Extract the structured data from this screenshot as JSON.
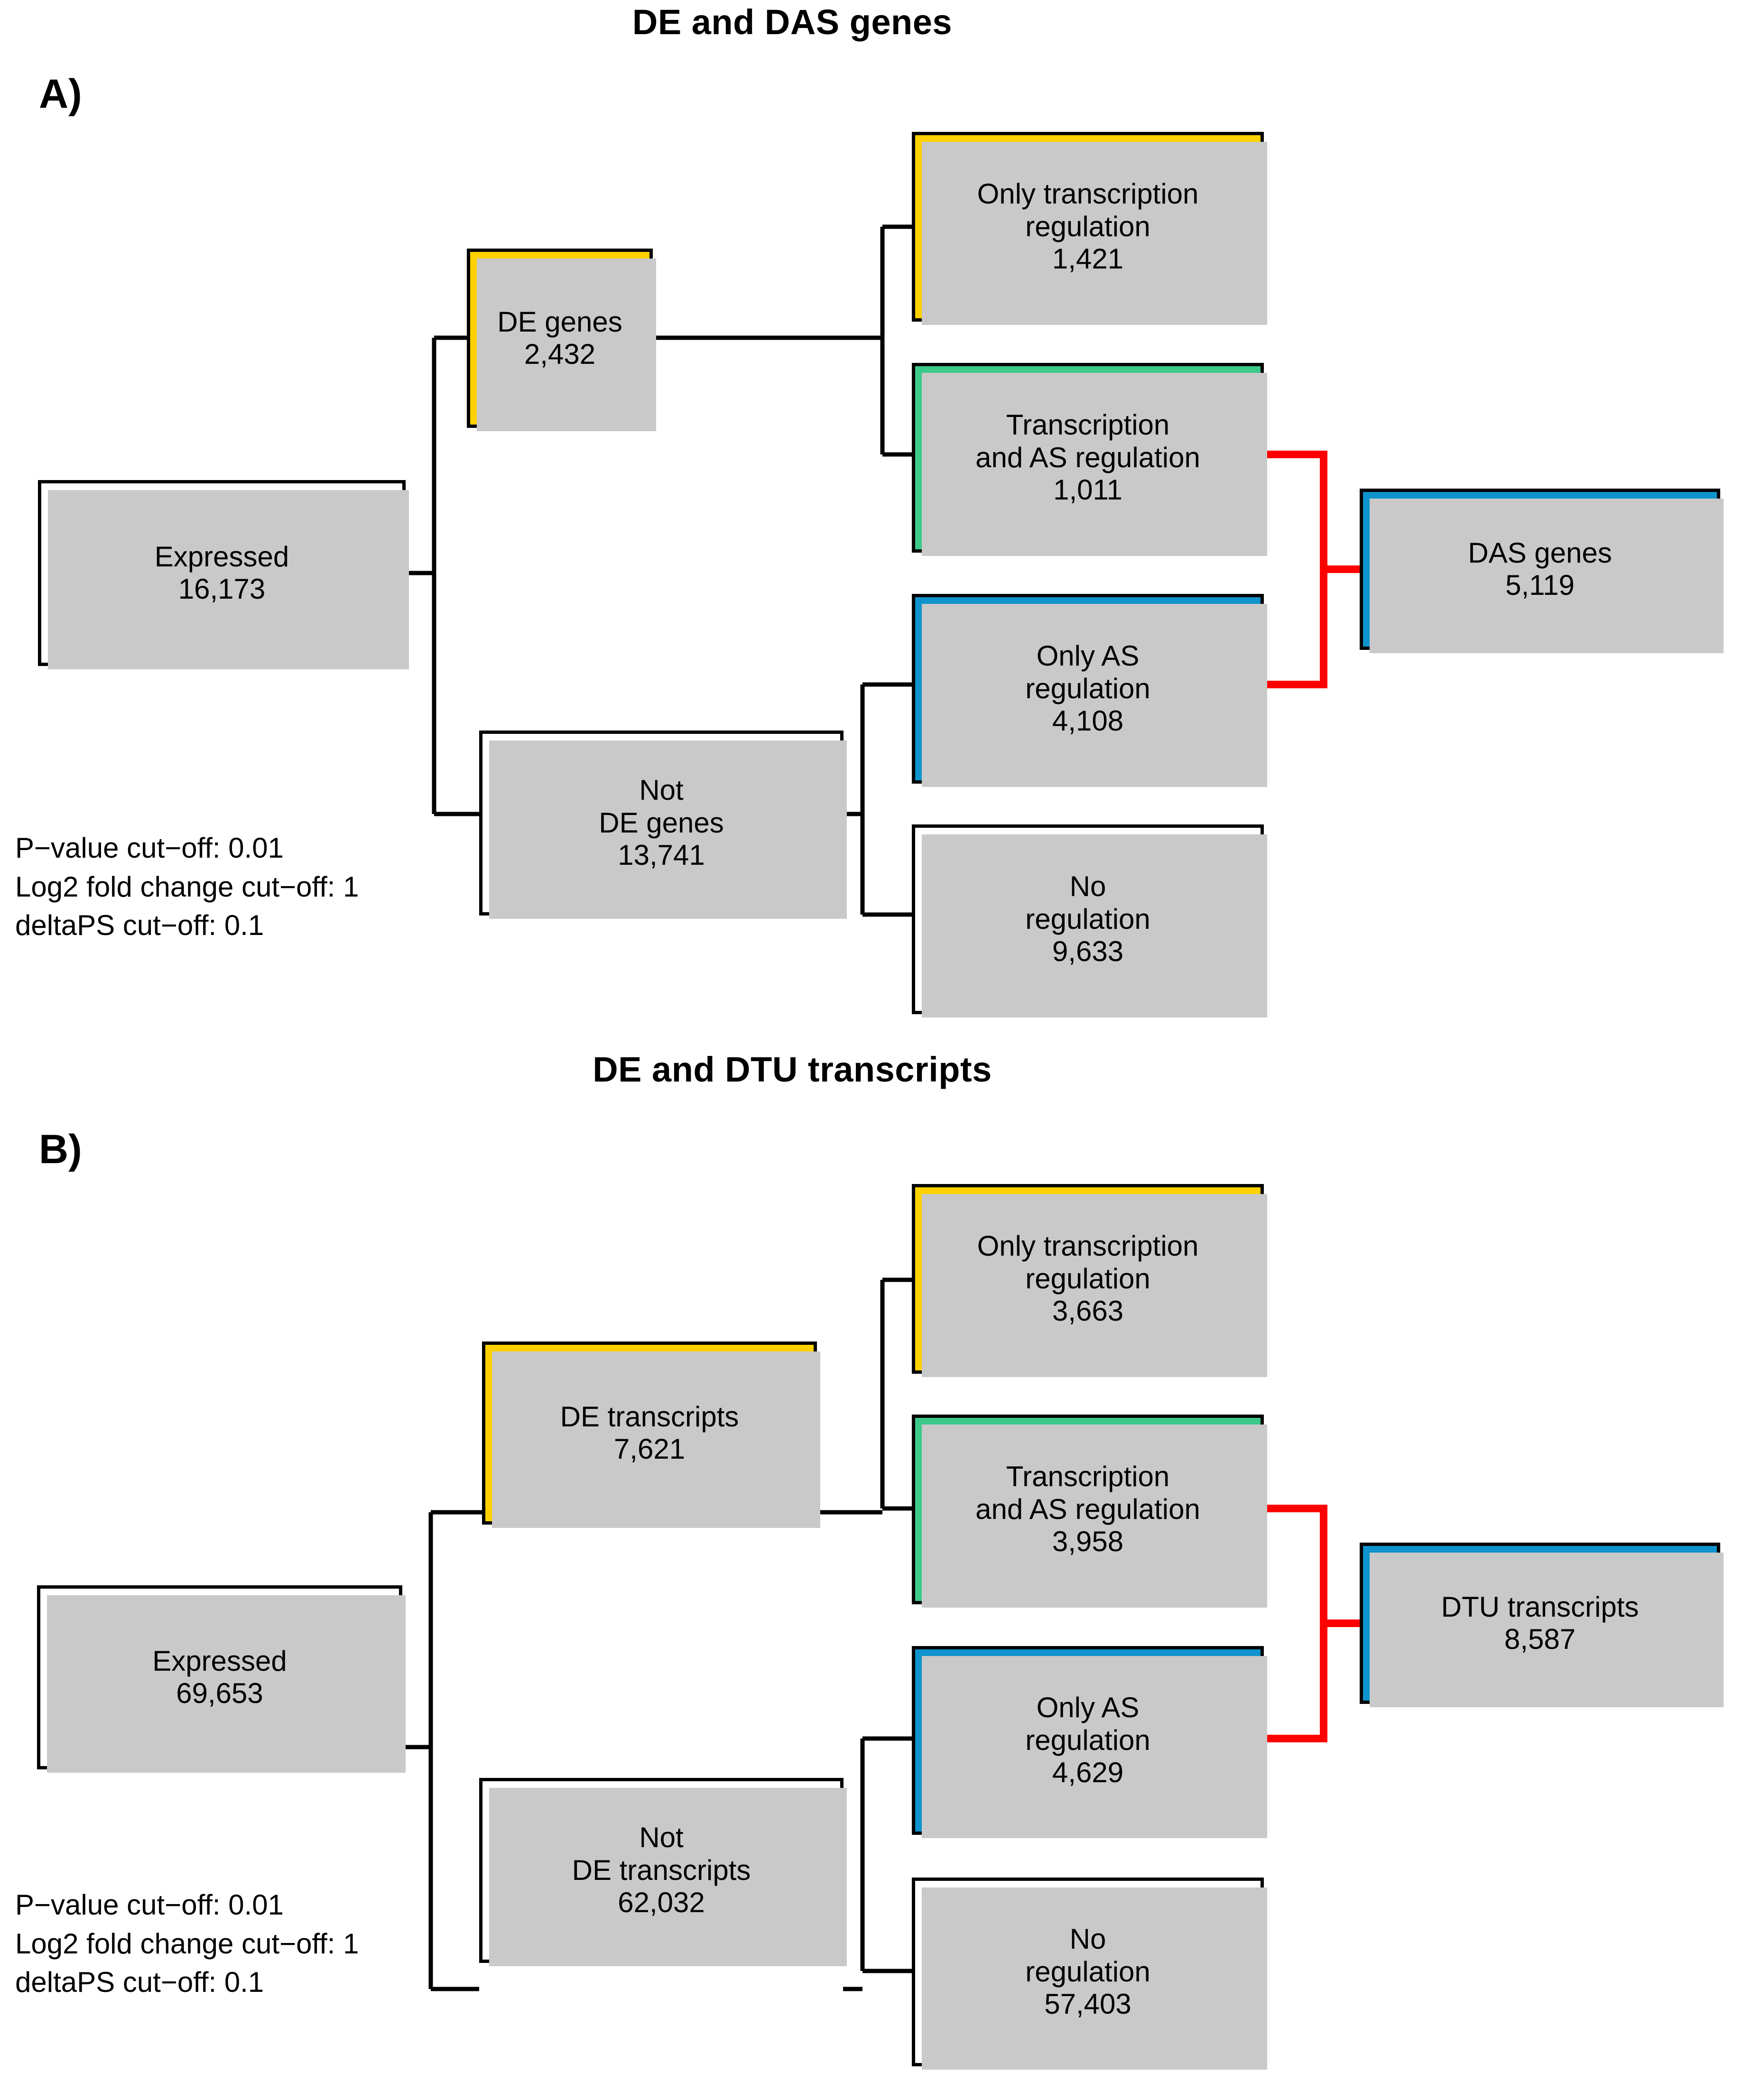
{
  "figure": {
    "panels": [
      {
        "letter": "A)",
        "title": "DE and DAS genes",
        "root": {
          "line1": "Expressed",
          "line2": "16,173"
        },
        "branch_de": {
          "line1": "DE genes",
          "line2": "2,432"
        },
        "branch_not_de": {
          "line1": "Not",
          "line2": "DE genes",
          "line3": "13,741"
        },
        "leaf_only_transcription": {
          "line1": "Only transcription",
          "line2": "regulation",
          "line3": "1,421"
        },
        "leaf_transcription_and_as": {
          "line1": "Transcription",
          "line2": "and AS regulation",
          "line3": "1,011"
        },
        "leaf_only_as": {
          "line1": "Only AS",
          "line2": "regulation",
          "line3": "4,108"
        },
        "leaf_no_regulation": {
          "line1": "No",
          "line2": "regulation",
          "line3": "9,633"
        },
        "summary": {
          "line1": "DAS genes",
          "line2": "5,119"
        },
        "notes": {
          "pvalue": "P−value cut−off: 0.01",
          "log2fc": "Log2 fold change cut−off: 1",
          "deltaps": "deltaPS cut−off: 0.1"
        }
      },
      {
        "letter": "B)",
        "title": "DE and DTU transcripts",
        "root": {
          "line1": "Expressed",
          "line2": "69,653"
        },
        "branch_de": {
          "line1": "DE transcripts",
          "line2": "7,621"
        },
        "branch_not_de": {
          "line1": "Not",
          "line2": "DE transcripts",
          "line3": "62,032"
        },
        "leaf_only_transcription": {
          "line1": "Only transcription",
          "line2": "regulation",
          "line3": "3,663"
        },
        "leaf_transcription_and_as": {
          "line1": "Transcription",
          "line2": "and AS regulation",
          "line3": "3,958"
        },
        "leaf_only_as": {
          "line1": "Only AS",
          "line2": "regulation",
          "line3": "4,629"
        },
        "leaf_no_regulation": {
          "line1": "No",
          "line2": "regulation",
          "line3": "57,403"
        },
        "summary": {
          "line1": "DTU transcripts",
          "line2": "8,587"
        },
        "notes": {
          "pvalue": "P−value cut−off: 0.01",
          "log2fc": "Log2 fold change cut−off: 1",
          "deltaps": "deltaPS cut−off: 0.1"
        }
      }
    ],
    "colors": {
      "transcription_only": "#FFD100",
      "transcription_and_as": "#3CC98A",
      "as_only": "#0E93CC",
      "neutral": "#FFFFFF",
      "connector": "#000000",
      "summary_connector": "#FF0000",
      "shadow": "#C9C9C9"
    }
  },
  "chart_data": {
    "type": "diagram",
    "title": "DE and DAS genes / DE and DTU transcripts",
    "panels": [
      {
        "id": "A",
        "title": "DE and DAS genes",
        "unit": "genes",
        "nodes": [
          {
            "name": "Expressed",
            "value": 16173,
            "color": "#FFFFFF"
          },
          {
            "name": "DE genes",
            "value": 2432,
            "color": "#FFD100"
          },
          {
            "name": "Not DE genes",
            "value": 13741,
            "color": "#FFFFFF"
          },
          {
            "name": "Only transcription regulation",
            "value": 1421,
            "color": "#FFD100"
          },
          {
            "name": "Transcription and AS regulation",
            "value": 1011,
            "color": "#3CC98A"
          },
          {
            "name": "Only AS regulation",
            "value": 4108,
            "color": "#0E93CC"
          },
          {
            "name": "No regulation",
            "value": 9633,
            "color": "#FFFFFF"
          },
          {
            "name": "DAS genes",
            "value": 5119,
            "color": "#0E93CC"
          }
        ],
        "edges": [
          [
            "Expressed",
            "DE genes"
          ],
          [
            "Expressed",
            "Not DE genes"
          ],
          [
            "DE genes",
            "Only transcription regulation"
          ],
          [
            "DE genes",
            "Transcription and AS regulation"
          ],
          [
            "Not DE genes",
            "Only AS regulation"
          ],
          [
            "Not DE genes",
            "No regulation"
          ],
          [
            "Transcription and AS regulation",
            "DAS genes"
          ],
          [
            "Only AS regulation",
            "DAS genes"
          ]
        ],
        "annotations": [
          "P−value cut−off: 0.01",
          "Log2 fold change cut−off: 1",
          "deltaPS cut−off: 0.1"
        ]
      },
      {
        "id": "B",
        "title": "DE and DTU transcripts",
        "unit": "transcripts",
        "nodes": [
          {
            "name": "Expressed",
            "value": 69653,
            "color": "#FFFFFF"
          },
          {
            "name": "DE transcripts",
            "value": 7621,
            "color": "#FFD100"
          },
          {
            "name": "Not DE transcripts",
            "value": 62032,
            "color": "#FFFFFF"
          },
          {
            "name": "Only transcription regulation",
            "value": 3663,
            "color": "#FFD100"
          },
          {
            "name": "Transcription and AS regulation",
            "value": 3958,
            "color": "#3CC98A"
          },
          {
            "name": "Only AS regulation",
            "value": 4629,
            "color": "#0E93CC"
          },
          {
            "name": "No regulation",
            "value": 57403,
            "color": "#FFFFFF"
          },
          {
            "name": "DTU transcripts",
            "value": 8587,
            "color": "#0E93CC"
          }
        ],
        "edges": [
          [
            "Expressed",
            "DE transcripts"
          ],
          [
            "Expressed",
            "Not DE transcripts"
          ],
          [
            "DE transcripts",
            "Only transcription regulation"
          ],
          [
            "DE transcripts",
            "Transcription and AS regulation"
          ],
          [
            "Not DE transcripts",
            "Only AS regulation"
          ],
          [
            "Not DE transcripts",
            "No regulation"
          ],
          [
            "Transcription and AS regulation",
            "DTU transcripts"
          ],
          [
            "Only AS regulation",
            "DTU transcripts"
          ]
        ],
        "annotations": [
          "P−value cut−off: 0.01",
          "Log2 fold change cut−off: 1",
          "deltaPS cut−off: 0.1"
        ]
      }
    ]
  }
}
